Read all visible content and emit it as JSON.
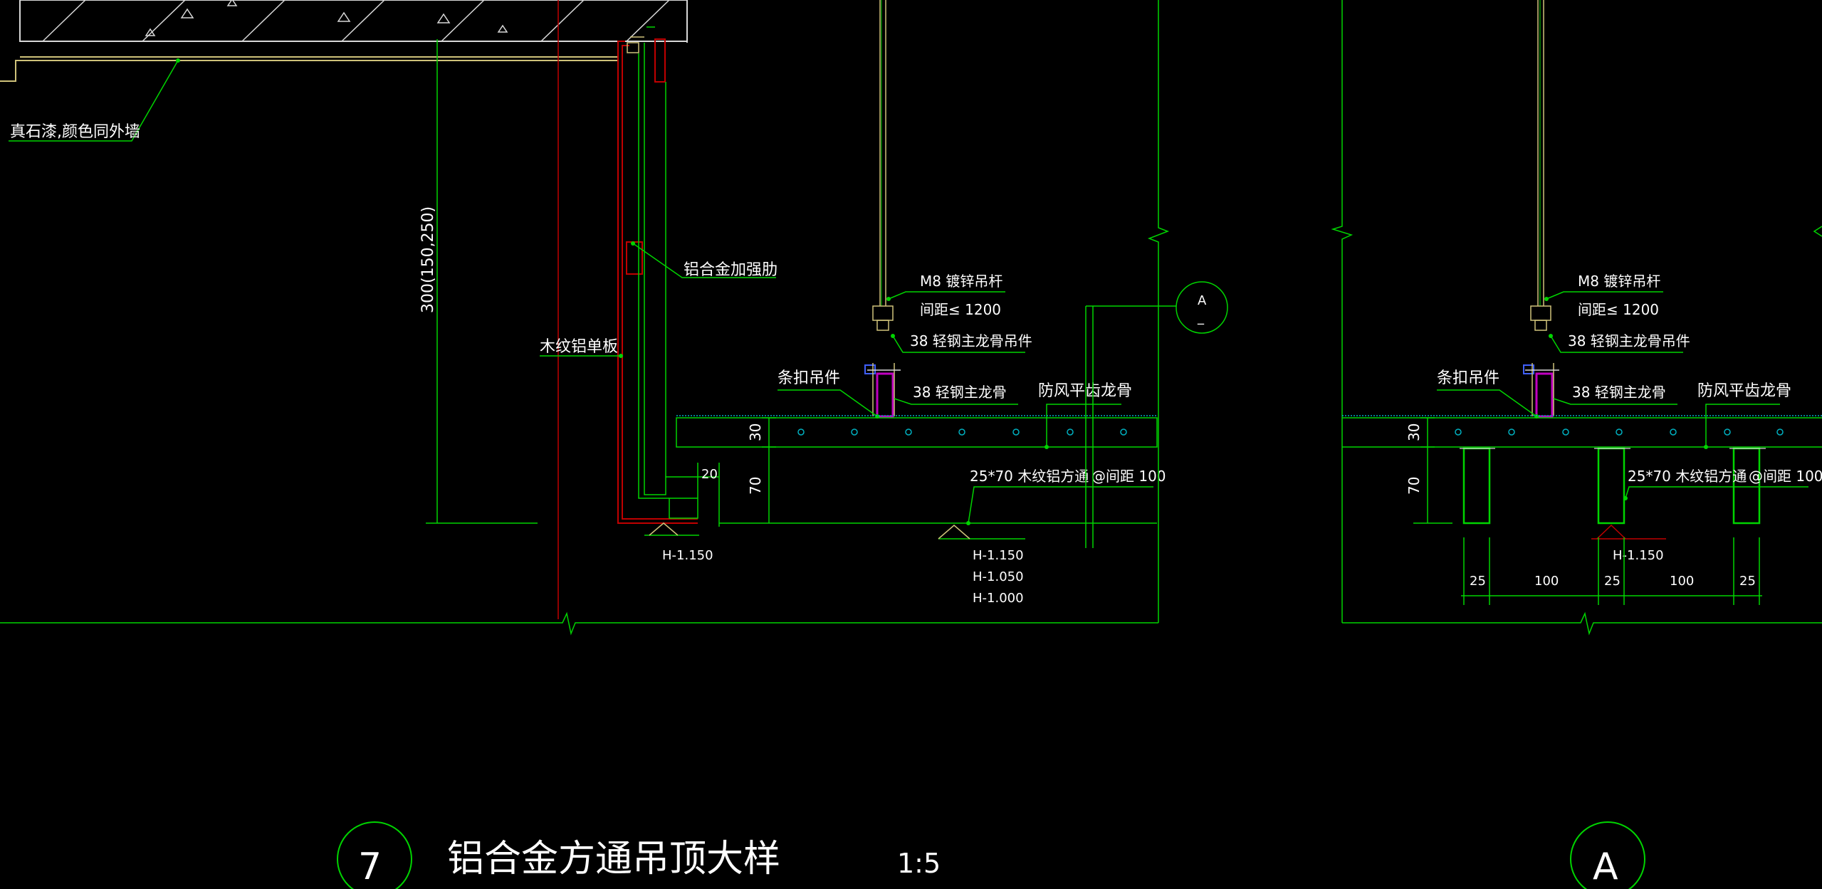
{
  "drawing": {
    "colors": {
      "background": "#000000",
      "line_green": "#00d400",
      "line_red": "#c00000",
      "line_yellow": "#cfc27a",
      "line_magenta": "#c000c0",
      "line_cyan": "#00b0c0",
      "line_white": "#ffffff",
      "hatch_white": "#d8d8d8",
      "line_blue": "#4060ff"
    },
    "left_detail": {
      "label_plaster": "真石漆,颜色同外墙",
      "label_rib": "铝合金加强肋",
      "label_panel": "木纹铝单板",
      "dim_vertical": "300(150,250)",
      "label_rod": "M8 镀锌吊杆",
      "label_rod_spacing": "间距≤ 1200",
      "label_hanger": "38 轻钢主龙骨吊件",
      "label_clip": "条扣吊件",
      "label_main_keel": "38 轻钢主龙骨",
      "label_wind_keel": "防风平齿龙骨",
      "label_tube": "25*70  木纹铝方通",
      "label_tube_spacing": "@间距 100",
      "dim_30": "30",
      "dim_70": "70",
      "dim_20": "20",
      "level_left": "H-1.150",
      "level_1": "H-1.150",
      "level_2": "H-1.050",
      "level_3": "H-1.000",
      "section_marker": "A",
      "section_marker_sub": "_"
    },
    "right_detail": {
      "label_rod": "M8 镀锌吊杆",
      "label_rod_spacing": "间距≤ 1200",
      "label_hanger": "38 轻钢主龙骨吊件",
      "label_clip": "条扣吊件",
      "label_main_keel": "38 轻钢主龙骨",
      "label_wind_keel": "防风平齿龙骨",
      "label_tube": "25*70  木纹铝方通",
      "label_tube_spacing": "@间距 100",
      "dim_30": "30",
      "dim_70": "70",
      "level": "H-1.150",
      "dims_bottom": [
        "25",
        "100",
        "25",
        "100",
        "25"
      ]
    },
    "title_block": {
      "number": "7",
      "title": "铝合金方通吊顶大样",
      "scale": "1:5",
      "section_label": "A"
    }
  }
}
